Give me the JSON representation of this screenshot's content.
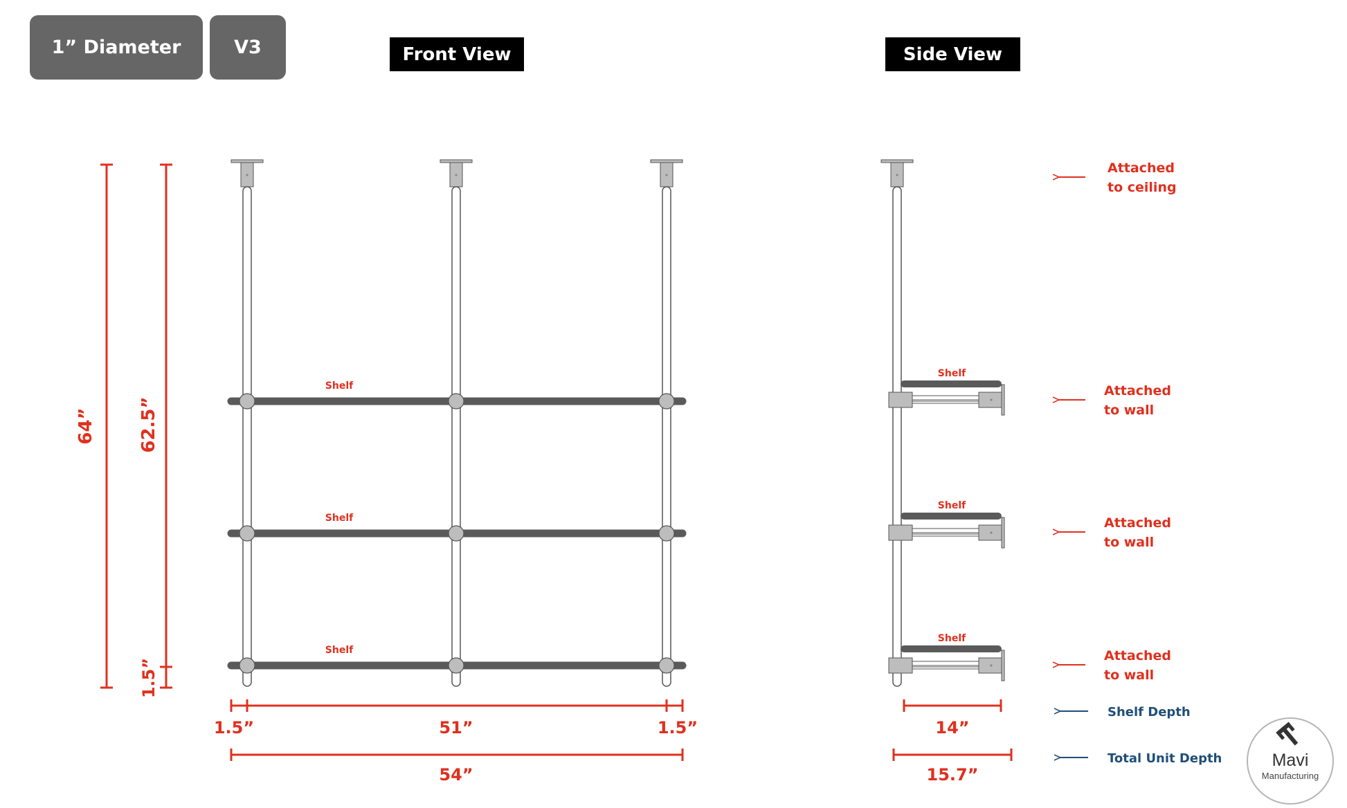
{
  "header": {
    "diameter_badge": "1” Diameter",
    "version_badge": "V3",
    "front_view_title": "Front View",
    "side_view_title": "Side View"
  },
  "front": {
    "shelf_label": "Shelf",
    "dim_total_height": "64”",
    "dim_post_height": "62.5”",
    "dim_bottom_overhang": "1.5”",
    "dim_left_overhang": "1.5”",
    "dim_span": "51”",
    "dim_right_overhang": "1.5”",
    "dim_total_width": "54”"
  },
  "side": {
    "shelf_label": "Shelf",
    "dim_shelf_depth": "14”",
    "dim_total_depth": "15.7”"
  },
  "annotations": {
    "ceiling_line1": "Attached",
    "ceiling_line2": "to ceiling",
    "wall_line1": "Attached",
    "wall_line2": "to wall",
    "shelf_depth": "Shelf Depth",
    "total_unit_depth": "Total Unit Depth"
  },
  "logo": {
    "name": "Mavi",
    "subtitle": "Manufacturing"
  },
  "colors": {
    "dimension_red": "#e0301e",
    "legend_blue": "#1f4e79",
    "badge_gray": "#666666",
    "bar_gray": "#5a5a5a"
  }
}
